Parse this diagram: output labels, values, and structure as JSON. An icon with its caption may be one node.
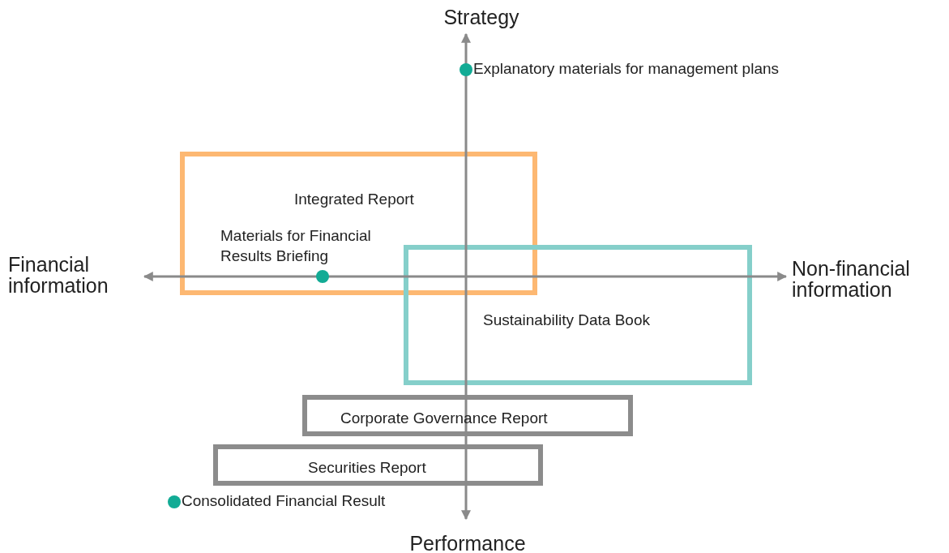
{
  "diagram": {
    "nodes": [
      {
        "text": [
          "Explanatory materials for management plans"
        ]
      },
      {
        "text": [
          "Integrated Report"
        ]
      },
      {
        "text": [
          "Materials for Financial Results Briefing"
        ],
        "in": 1
      },
      {
        "text": [
          "Sustainability Data Book"
        ]
      },
      {
        "text": [
          "Corporate Governance Report"
        ]
      },
      {
        "text": [
          "Securities Report"
        ]
      },
      {
        "text": [
          "Consolidated Financial Result"
        ]
      }
    ],
    "edges": [],
    "labels": [
      "Strategy",
      "Financial information",
      "Non-financial information",
      "Performance"
    ]
  }
}
